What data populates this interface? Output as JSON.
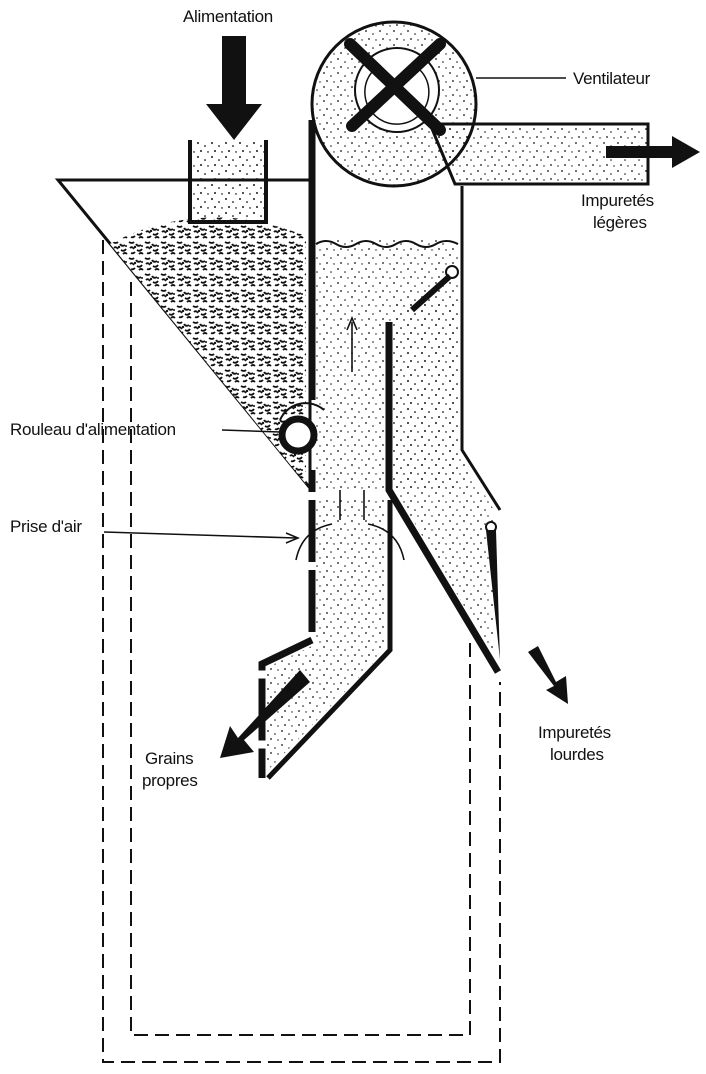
{
  "labels": {
    "feed": "Alimentation",
    "fan": "Ventilateur",
    "light_impurities_line1": "Impuretés",
    "light_impurities_line2": "légères",
    "feed_roller": "Rouleau d'alimentation",
    "air_intake": "Prise d'air",
    "clean_grain_line1": "Grains",
    "clean_grain_line2": "propres",
    "heavy_impurities_line1": "Impuretés",
    "heavy_impurities_line2": "lourdes"
  },
  "colors": {
    "ink": "#111111",
    "paper": "#ffffff"
  }
}
